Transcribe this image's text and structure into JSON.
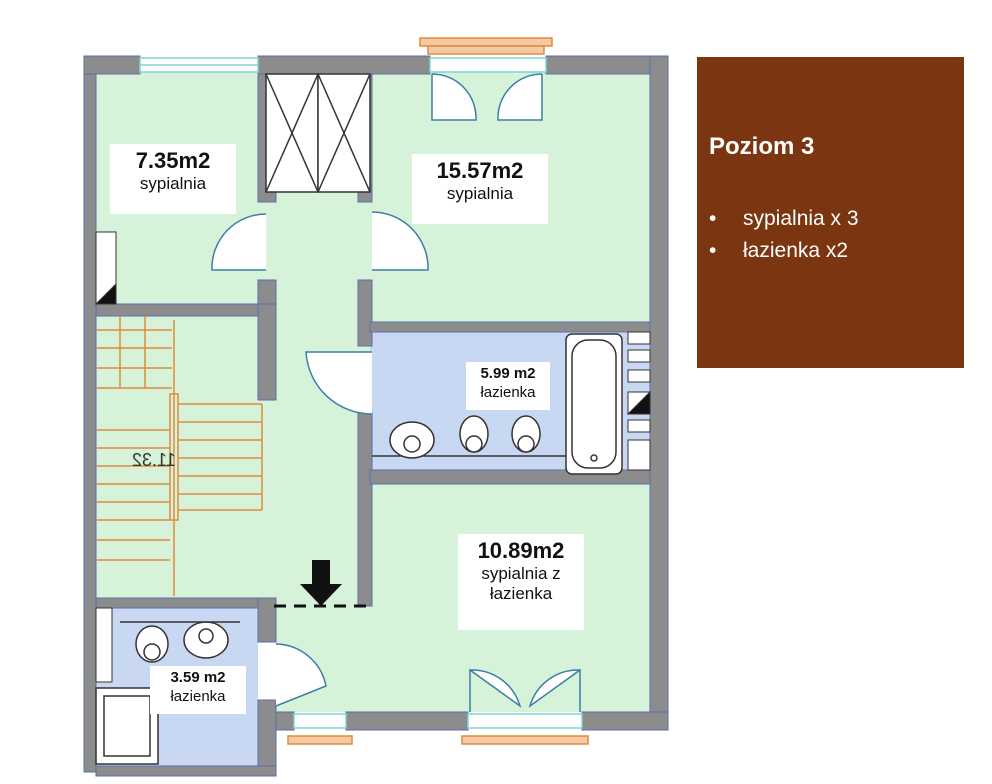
{
  "rooms": {
    "bedroom_1": {
      "area": "7.35m2",
      "name": "sypialnia"
    },
    "bedroom_2": {
      "area": "15.57m2",
      "name": "sypialnia"
    },
    "bathroom_1": {
      "area": "5.99 m2",
      "name": "łazienka"
    },
    "bedroom_3": {
      "area": "10.89m2",
      "name_line1": "sypialnia z",
      "name_line2": "łazienka"
    },
    "bathroom_2": {
      "area": "3.59 m2",
      "name": "łazienka"
    }
  },
  "stair_marker": "11.32",
  "info": {
    "title": "Poziom 3",
    "items": [
      "sypialnia x 3",
      "łazienka x2"
    ],
    "bullet": "•"
  },
  "colors": {
    "room_green": "#d6f2d8",
    "bathroom_blue": "#c8d8f2",
    "wall_gray": "#8c8c8c",
    "stair_orange": "#e08a3c",
    "panel_brown": "#7b3510",
    "window_cyan": "#7fd6d6"
  }
}
